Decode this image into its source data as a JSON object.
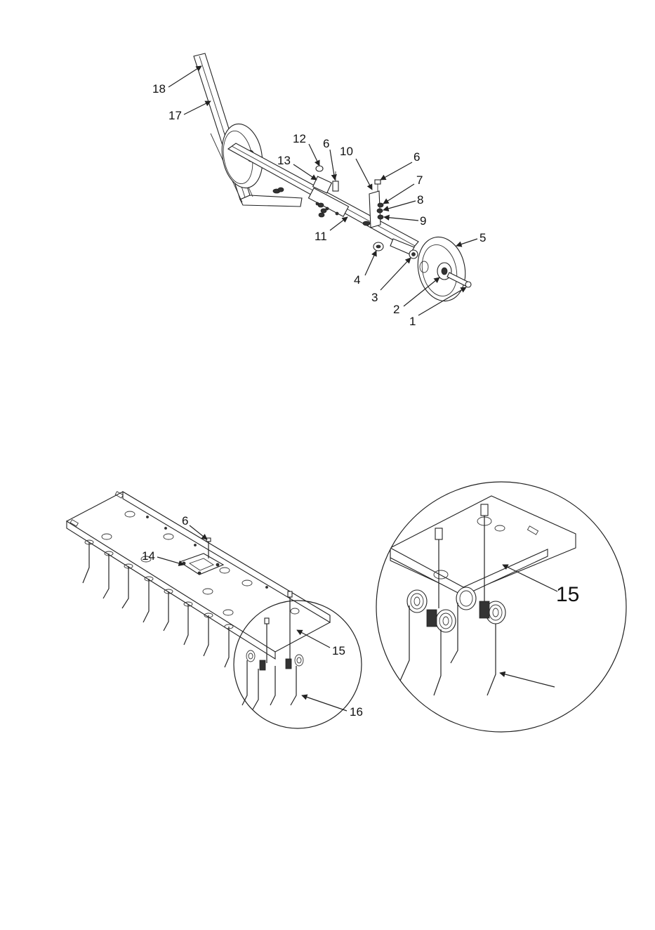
{
  "callouts_top": {
    "c1": "1",
    "c2": "2",
    "c3": "3",
    "c4": "4",
    "c5": "5",
    "c6a": "6",
    "c6b": "6",
    "c7": "7",
    "c8": "8",
    "c9": "9",
    "c10": "10",
    "c11": "11",
    "c12": "12",
    "c13": "13",
    "c17": "17",
    "c18": "18"
  },
  "callouts_bottom": {
    "c6": "6",
    "c14": "14",
    "c15": "15",
    "c16": "16"
  },
  "detail": {
    "c15": "15"
  },
  "colors": {
    "line": "#222222",
    "background": "#ffffff"
  }
}
